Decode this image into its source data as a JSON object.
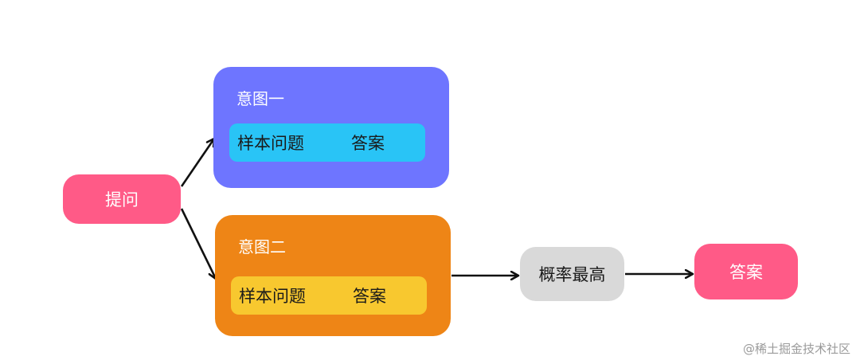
{
  "nodes": {
    "ask": "提问",
    "intent_1": {
      "title": "意图一",
      "question": "样本问题",
      "answer": "答案"
    },
    "intent_2": {
      "title": "意图二",
      "question": "样本问题",
      "answer": "答案"
    },
    "max_probability": "概率最高",
    "final_answer": "答案"
  },
  "watermark": "@稀土掘金技术社区",
  "colors": {
    "ask": "#ff5a87",
    "intent_1": "#6e75ff",
    "intent_1_row": "#29c4f6",
    "intent_2": "#ee8516",
    "intent_2_row": "#f8c82f",
    "max_probability": "#d9d9d9",
    "final_answer": "#ff5a87",
    "arrow": "#111111"
  },
  "edges": [
    [
      "ask",
      "intent_1"
    ],
    [
      "ask",
      "intent_2"
    ],
    [
      "intent_2",
      "max_probability"
    ],
    [
      "max_probability",
      "final_answer"
    ]
  ]
}
